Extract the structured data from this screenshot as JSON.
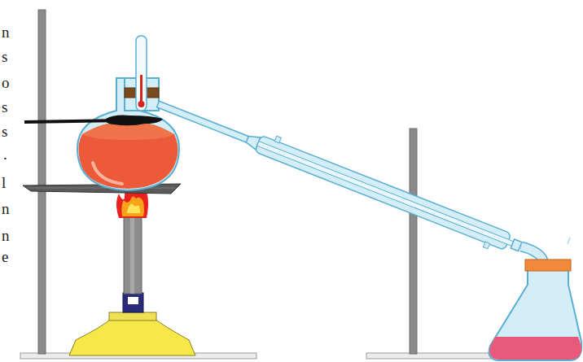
{
  "diagram": {
    "labels": [
      "n",
      "s",
      "o",
      "s",
      "s",
      ".",
      "l",
      "n",
      "n",
      "e"
    ]
  }
}
